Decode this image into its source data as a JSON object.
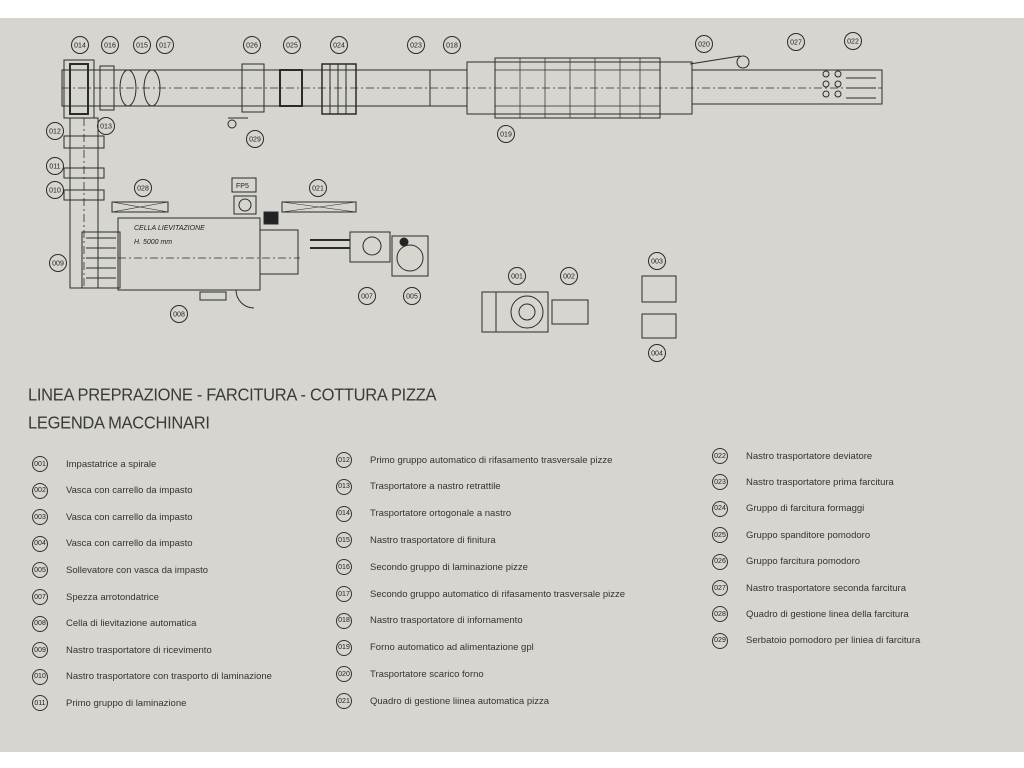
{
  "diagram": {
    "title": "LINEA PREPRAZIONE - FARCITURA - COTTURA PIZZA",
    "subtitle": "LEGENDA MACCHINARI",
    "plan_labels": {
      "cella": "CELLA LIEVITAZIONE",
      "height": "H. 5000 mm",
      "fp5": "FP5"
    },
    "tags": [
      "014",
      "016",
      "015",
      "017",
      "026",
      "025",
      "024",
      "023",
      "018",
      "020",
      "027",
      "022",
      "013",
      "012",
      "029",
      "019",
      "011",
      "010",
      "028",
      "021",
      "009",
      "008",
      "007",
      "005",
      "001",
      "002",
      "003",
      "004"
    ]
  },
  "legend": {
    "col1": [
      {
        "code": "001",
        "text": "Impastatrice a spirale"
      },
      {
        "code": "002",
        "text": "Vasca con carrello da impasto"
      },
      {
        "code": "003",
        "text": "Vasca con carrello da impasto"
      },
      {
        "code": "004",
        "text": "Vasca con carrello da impasto"
      },
      {
        "code": "005",
        "text": "Sollevatore con vasca da impasto"
      },
      {
        "code": "007",
        "text": "Spezza arrotondatrice"
      },
      {
        "code": "008",
        "text": "Cella di lievitazione automatica"
      },
      {
        "code": "009",
        "text": "Nastro trasportatore di ricevimento"
      },
      {
        "code": "010",
        "text": "Nastro trasportatore con trasporto di laminazione"
      },
      {
        "code": "011",
        "text": "Primo gruppo di laminazione"
      }
    ],
    "col2": [
      {
        "code": "012",
        "text": "Primo gruppo automatico di rifasamento trasversale pizze"
      },
      {
        "code": "013",
        "text": "Trasportatore a nastro retrattile"
      },
      {
        "code": "014",
        "text": "Trasportatore ortogonale a nastro"
      },
      {
        "code": "015",
        "text": "Nastro trasportatore di finitura"
      },
      {
        "code": "016",
        "text": "Secondo gruppo di laminazione pizze"
      },
      {
        "code": "017",
        "text": "Secondo gruppo automatico di rifasamento trasversale pizze"
      },
      {
        "code": "018",
        "text": "Nastro trasportatore di infornamento"
      },
      {
        "code": "019",
        "text": "Forno automatico ad alimentazione gpl"
      },
      {
        "code": "020",
        "text": "Trasportatore scarico forno"
      },
      {
        "code": "021",
        "text": "Quadro di gestione liinea automatica pizza"
      }
    ],
    "col3": [
      {
        "code": "022",
        "text": "Nastro trasportatore deviatore"
      },
      {
        "code": "023",
        "text": "Nastro trasportatore prima farcitura"
      },
      {
        "code": "024",
        "text": "Gruppo di farcitura formaggi"
      },
      {
        "code": "025",
        "text": "Gruppo spanditore pomodoro"
      },
      {
        "code": "026",
        "text": "Gruppo farcitura pomodoro"
      },
      {
        "code": "027",
        "text": "Nastro trasportatore seconda farcitura"
      },
      {
        "code": "028",
        "text": "Quadro di gestione linea della farcitura"
      },
      {
        "code": "029",
        "text": "Serbatoio pomodoro per liniea di farcitura"
      }
    ]
  }
}
